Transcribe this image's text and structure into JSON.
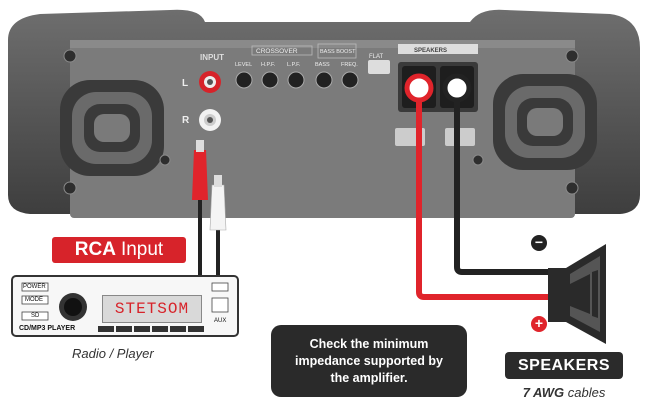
{
  "amplifier": {
    "input_label": "INPUT",
    "channel_left": "L",
    "channel_right": "R",
    "crossover_label": "CROSSOVER",
    "bass_boost_label": "BASS BOOST",
    "speakers_label": "SPEAKERS",
    "flat_label": "FLAT",
    "knobs": [
      {
        "label": "LEVEL"
      },
      {
        "label": "H.P.F."
      },
      {
        "label": "L.P.F."
      },
      {
        "label": "BASS"
      },
      {
        "label": "FREQ."
      }
    ]
  },
  "rca_label": {
    "bold": "RCA",
    "rest": "Input"
  },
  "radio": {
    "display_text": "STETSOM",
    "model_label": "CD/MP3 PLAYER",
    "caption": "Radio / Player",
    "buttons": [
      "POWER",
      "MODE",
      "SD"
    ],
    "aux_label": "AUX"
  },
  "note_text": "Check the minimum impedance supported by the amplifier.",
  "speakers": {
    "label": "SPEAKERS",
    "cable_bold": "7 AWG",
    "cable_rest": "cables",
    "negative_symbol": "−",
    "positive_symbol": "+"
  },
  "colors": {
    "positive_wire": "#e0242b",
    "negative_wire": "#222222",
    "amp_body": "#5b5b5b",
    "amp_panel": "#7a7a7a",
    "rca_badge": "#d7232a"
  }
}
